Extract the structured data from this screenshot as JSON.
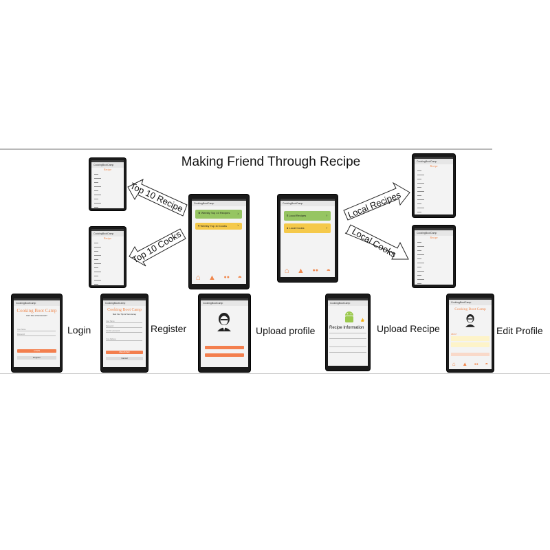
{
  "title": "Making Friend Through Recipe",
  "app_name": "CookingBootCamp",
  "arrows": {
    "top_recipe": "Top 10 Recipe",
    "top_cooks": "Top 10 Cooks",
    "local_recipes": "Local Recipes",
    "local_cooks": "Local Cooks"
  },
  "labels": {
    "login": "Login",
    "register": "Register",
    "upload_profile": "Upload profile",
    "upload_recipe": "Upload Recipe",
    "edit_profile": "Edit Profile"
  },
  "screens": {
    "recipe_heading": "Recipe",
    "weekly_menu": [
      "Weekly Top 10 Recipes",
      "Weekly Top 10 Cooks"
    ],
    "local_menu": [
      "Local Recipes",
      "Local Cooks"
    ],
    "brand_title": "Cooking Boot Camp",
    "login_tagline": "Don't have a Tast Account?",
    "login_fields": [
      "User Name",
      "Password"
    ],
    "login_button": "LOGIN",
    "login_register": "Register",
    "register_tagline": "Start Your Trip for Tast Journey",
    "register_fields": [
      "User Name",
      "Password",
      "Confirm password",
      "Your Address"
    ],
    "register_button": "REGISTER",
    "register_cancel": "Cancel",
    "recipe_info": "Recipe Information",
    "profile_section": "ABOUT"
  },
  "colors": {
    "accent": "#f0884e",
    "green_card": "#96c562",
    "yellow_card": "#f5c94a",
    "phone": "#1a1a1a"
  }
}
